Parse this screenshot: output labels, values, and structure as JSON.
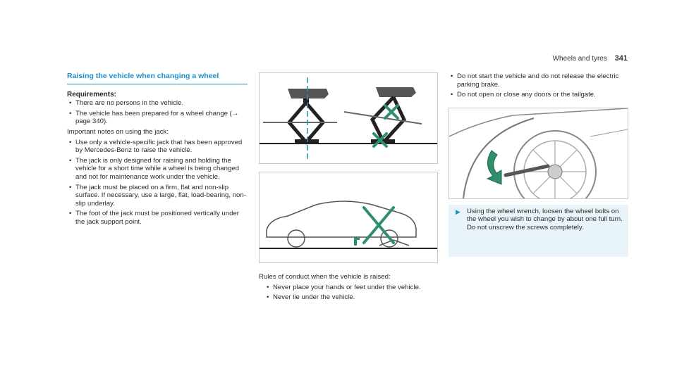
{
  "header": {
    "title": "Wheels and tyres",
    "page_number": "341"
  },
  "col1": {
    "section_title": "Raising the vehicle when changing a wheel",
    "requirements_heading": "Requirements:",
    "requirements": [
      "There are no persons in the vehicle.",
      "The vehicle has been prepared for a wheel change (→ page 340)."
    ],
    "notes_intro": "Important notes on using the jack:",
    "notes": [
      "Use only a vehicle-specific jack that has been approved by Mercedes-Benz to raise the vehi­cle.",
      "The jack is only designed for raising and hold­ing the vehicle for a short time while a wheel is being changed and not for maintenance work under the vehicle.",
      "The jack must be placed on a firm, flat and non-slip surface. If necessary, use a large, flat, load-bearing, non-slip underlay.",
      "The foot of the jack must be positioned verti­cally under the jack support point."
    ]
  },
  "col2": {
    "rules_intro": "Rules of conduct when the vehicle is raised:",
    "rules": [
      "Never place your hands or feet under the vehi­cle.",
      "Never lie under the vehicle."
    ]
  },
  "col3": {
    "bullets": [
      "Do not start the vehicle and do not release the electric parking brake.",
      "Do not open or close any doors or the tailgate."
    ],
    "action": "Using the wheel wrench, loosen the wheel bolts on the wheel you wish to change by about one full turn. Do not unscrew the screws completely."
  },
  "bullet_glyph": "•",
  "action_glyph": "▶",
  "colors": {
    "accent": "#1f8fc6",
    "warning": "#2f8f6a",
    "text": "#2a2a2a"
  },
  "icons": [
    "jack-icon",
    "cross-warning-icon",
    "wheel-wrench-icon",
    "rotation-arrow-icon"
  ]
}
